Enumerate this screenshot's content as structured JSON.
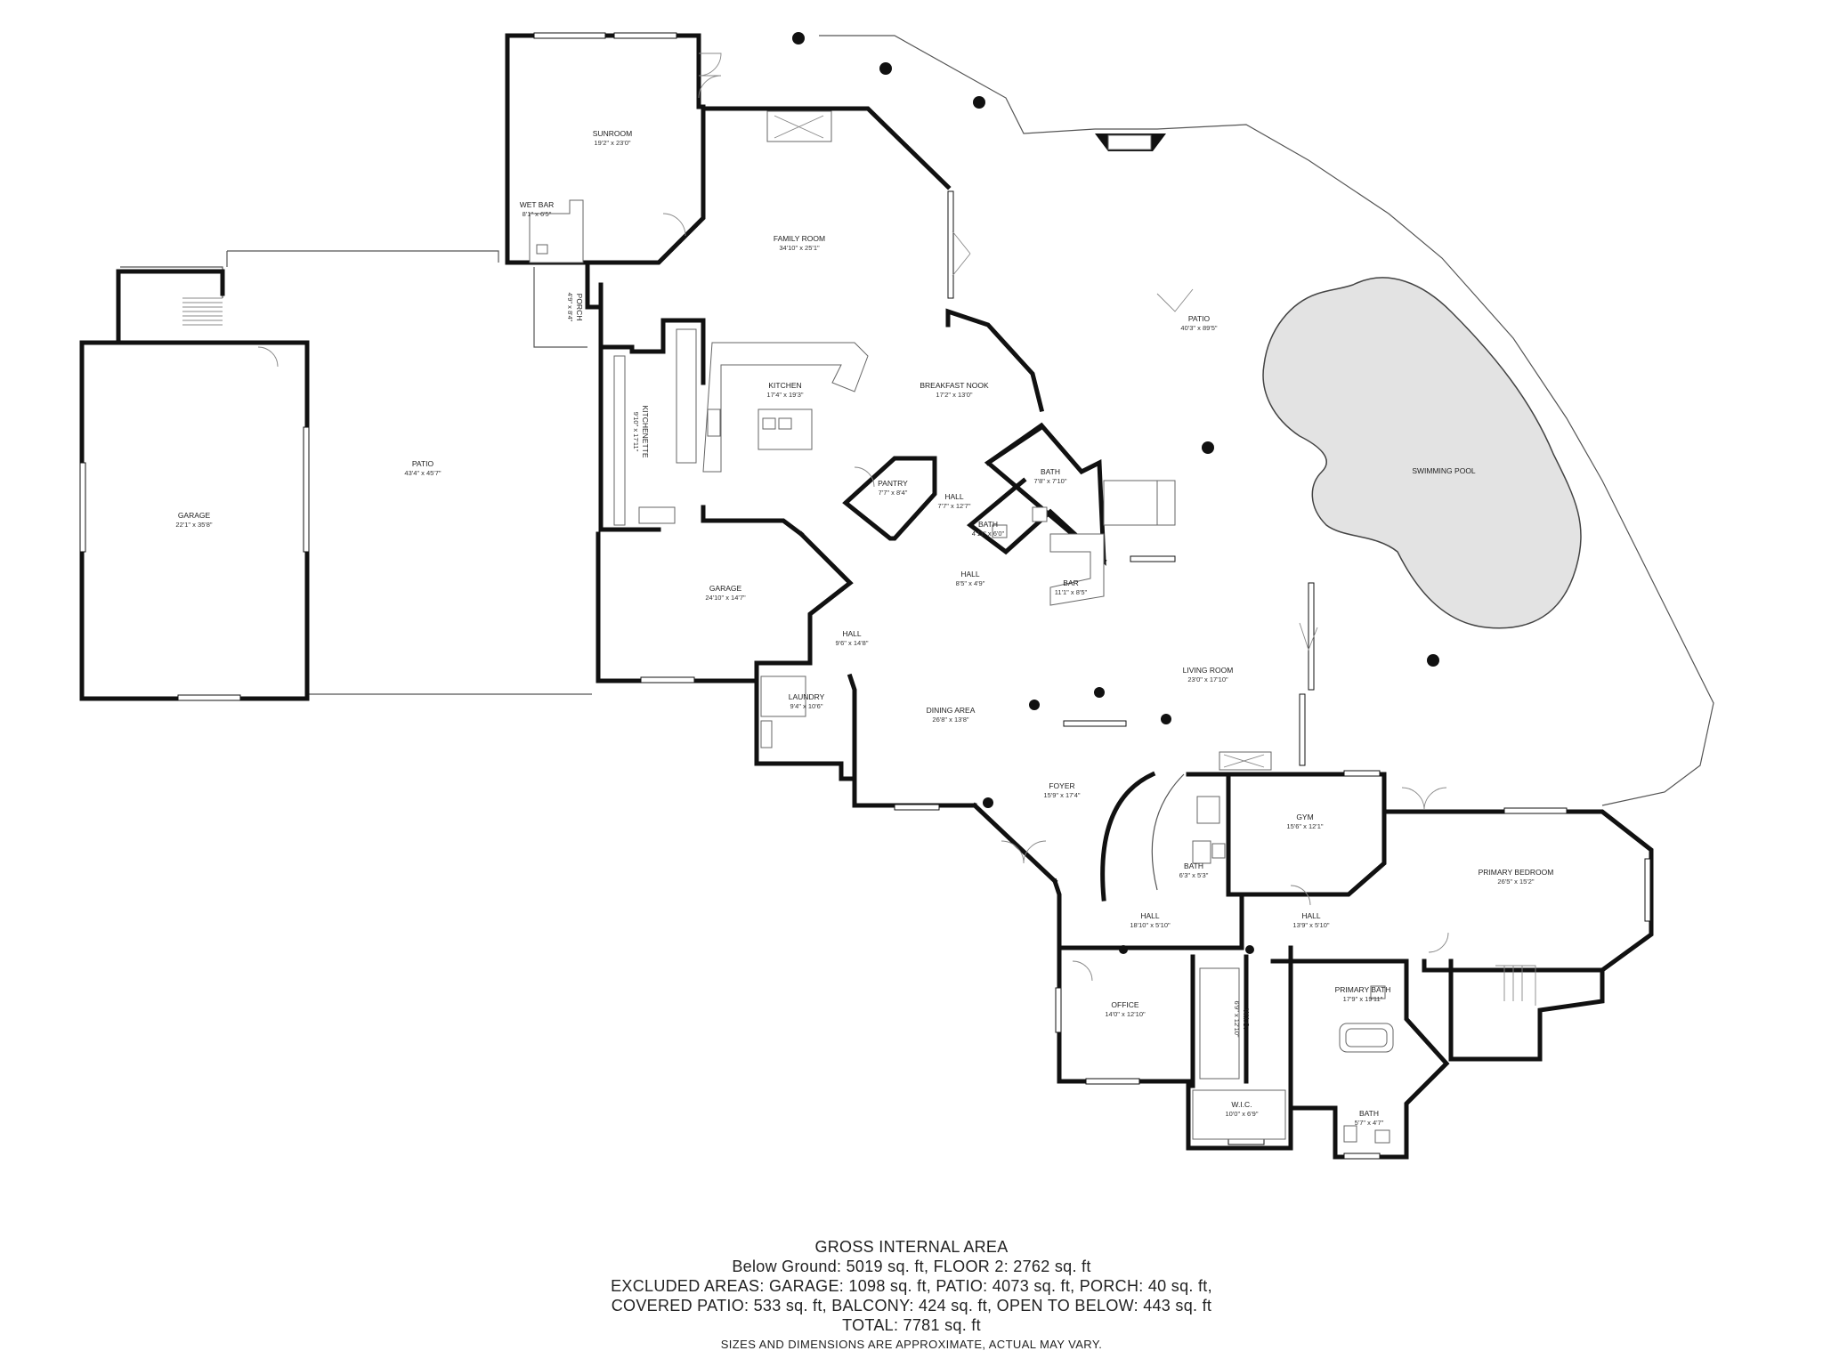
{
  "rooms": [
    {
      "id": "sunroom",
      "name": "SUNROOM",
      "dims": "19'2\" x 23'0\""
    },
    {
      "id": "wet_bar",
      "name": "WET BAR",
      "dims": "8'1\" x 6'5\""
    },
    {
      "id": "family_room",
      "name": "FAMILY ROOM",
      "dims": "34'10\" x 25'1\""
    },
    {
      "id": "patio_pool",
      "name": "PATIO",
      "dims": "40'3\" x 89'5\""
    },
    {
      "id": "swimming_pool",
      "name": "SWIMMING POOL",
      "dims": ""
    },
    {
      "id": "porch",
      "name": "PORCH",
      "dims": "4'9\" x 8'4\""
    },
    {
      "id": "kitchen",
      "name": "KITCHEN",
      "dims": "17'4\" x 19'3\""
    },
    {
      "id": "breakfast_nook",
      "name": "BREAKFAST NOOK",
      "dims": "17'2\" x 13'0\""
    },
    {
      "id": "kitchenette",
      "name": "KITCHENETTE",
      "dims": "9'10\" x 17'11\""
    },
    {
      "id": "patio_west",
      "name": "PATIO",
      "dims": "43'4\" x 45'7\""
    },
    {
      "id": "garage_west",
      "name": "GARAGE",
      "dims": "22'1\" x 35'8\""
    },
    {
      "id": "pantry",
      "name": "PANTRY",
      "dims": "7'7\" x 8'4\""
    },
    {
      "id": "hall_1",
      "name": "HALL",
      "dims": "7'7\" x 12'7\""
    },
    {
      "id": "bath_1",
      "name": "BATH",
      "dims": "7'8\" x 7'10\""
    },
    {
      "id": "bath_2",
      "name": "BATH",
      "dims": "4'11\" x 6'0\""
    },
    {
      "id": "hall_2",
      "name": "HALL",
      "dims": "8'5\" x 4'9\""
    },
    {
      "id": "bar",
      "name": "BAR",
      "dims": "11'1\" x 8'5\""
    },
    {
      "id": "garage_center",
      "name": "GARAGE",
      "dims": "24'10\" x 14'7\""
    },
    {
      "id": "hall_3",
      "name": "HALL",
      "dims": "9'6\" x 14'8\""
    },
    {
      "id": "laundry",
      "name": "LAUNDRY",
      "dims": "9'4\" x 10'6\""
    },
    {
      "id": "dining_area",
      "name": "DINING AREA",
      "dims": "26'8\" x 13'8\""
    },
    {
      "id": "living_room",
      "name": "LIVING ROOM",
      "dims": "23'0\" x 17'10\""
    },
    {
      "id": "foyer",
      "name": "FOYER",
      "dims": "15'9\" x 17'4\""
    },
    {
      "id": "gym",
      "name": "GYM",
      "dims": "15'6\" x 12'1\""
    },
    {
      "id": "primary_bedroom",
      "name": "PRIMARY BEDROOM",
      "dims": "26'5\" x 15'2\""
    },
    {
      "id": "bath_3",
      "name": "BATH",
      "dims": "6'3\" x 5'3\""
    },
    {
      "id": "hall_4",
      "name": "HALL",
      "dims": "18'10\" x 5'10\""
    },
    {
      "id": "hall_5",
      "name": "HALL",
      "dims": "13'9\" x 5'10\""
    },
    {
      "id": "office",
      "name": "OFFICE",
      "dims": "14'0\" x 12'10\""
    },
    {
      "id": "wic_1",
      "name": "W.I.C.",
      "dims": "6'9\" x 12'10\""
    },
    {
      "id": "primary_bath",
      "name": "PRIMARY BATH",
      "dims": "17'9\" x 19'11\""
    },
    {
      "id": "wic_2",
      "name": "W.I.C.",
      "dims": "10'0\" x 6'9\""
    },
    {
      "id": "bath_4",
      "name": "BATH",
      "dims": "5'7\" x 4'7\""
    }
  ],
  "area_summary": {
    "heading": "GROSS INTERNAL AREA",
    "line1": "Below Ground: 5019 sq. ft, FLOOR 2: 2762 sq. ft",
    "line2": "EXCLUDED AREAS: GARAGE: 1098 sq. ft, PATIO: 4073 sq. ft, PORCH: 40 sq. ft,",
    "line3": "COVERED PATIO: 533 sq. ft, BALCONY: 424 sq. ft, OPEN TO BELOW: 443 sq. ft",
    "line4": "TOTAL: 7781 sq. ft",
    "disclaimer": "SIZES AND DIMENSIONS ARE APPROXIMATE, ACTUAL MAY VARY."
  },
  "colors": {
    "wall": "#111111",
    "pool_fill": "#e3e3e3",
    "background": "#ffffff"
  }
}
